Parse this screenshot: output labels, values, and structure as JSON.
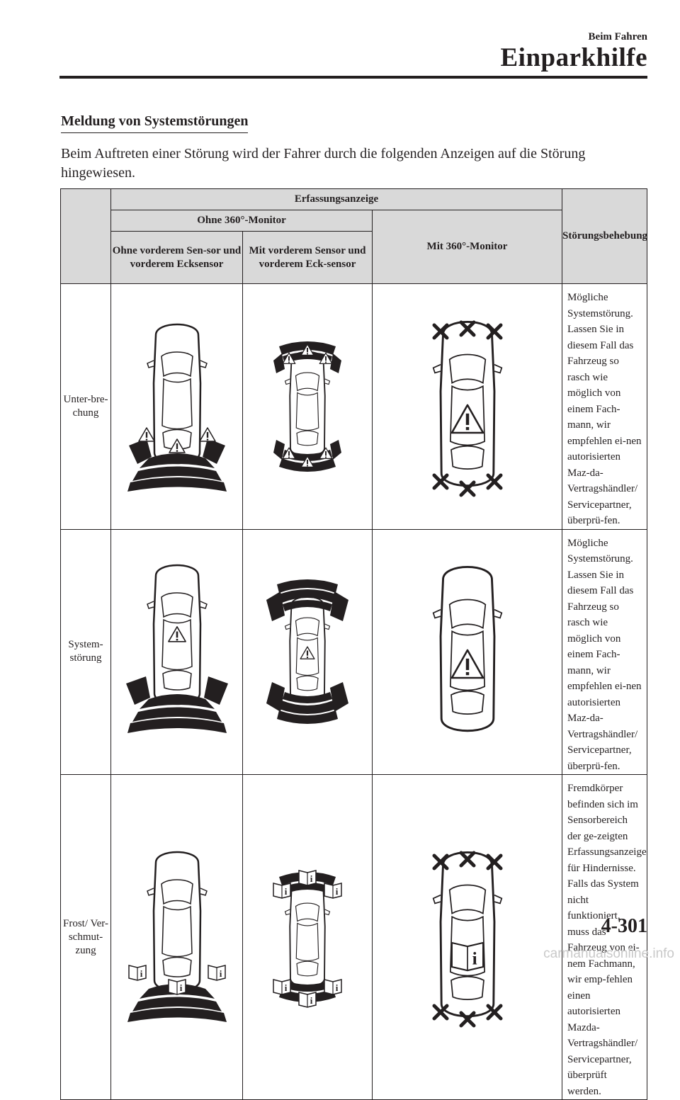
{
  "header": {
    "section": "Beim Fahren",
    "title": "Einparkhilfe"
  },
  "section_title": "Meldung von Systemstörungen",
  "intro": "Beim Auftreten einer Störung wird der Fahrer durch die folgenden Anzeigen auf die Störung hingewiesen.",
  "table": {
    "h_detection": "Erfassungsanzeige",
    "h_without_360": "Ohne 360°-Monitor",
    "h_with_360": "Mit 360°-Monitor",
    "h_remedy": "Störungsbehebung",
    "h_no_front": "Ohne vorderem Sen-sor und vorderem Ecksensor",
    "h_front": "Mit vorderem Sensor und vorderem Eck-sensor",
    "rows": [
      {
        "label": "Unter-bre-chung",
        "indicator": "warning",
        "remedy": "Mögliche Systemstörung. Lassen Sie in diesem Fall das Fahrzeug so rasch wie möglich von einem Fach-mann, wir empfehlen ei-nen autorisierten Maz-da-Vertragshändler/ Servicepartner, überprü-fen."
      },
      {
        "label": "System-störung",
        "indicator": "solid-segments",
        "remedy": "Mögliche Systemstörung. Lassen Sie in diesem Fall das Fahrzeug so rasch wie möglich von einem Fach-mann, wir empfehlen ei-nen autorisierten Maz-da-Vertragshändler/ Servicepartner, überprü-fen."
      },
      {
        "label": "Frost/ Ver-schmut-zung",
        "indicator": "manual-book",
        "remedy": "Fremdkörper befinden sich im Sensorbereich der ge-zeigten Erfassungsanzeige für Hindernisse. Falls das System nicht funktioniert, muss das Fahrzeug von ei-nem Fachmann, wir emp-fehlen einen autorisierten Mazda-Vertragshändler/ Servicepartner, überprüft werden."
      }
    ]
  },
  "page_number": "4-301",
  "watermark": "carmanualsonline.info"
}
